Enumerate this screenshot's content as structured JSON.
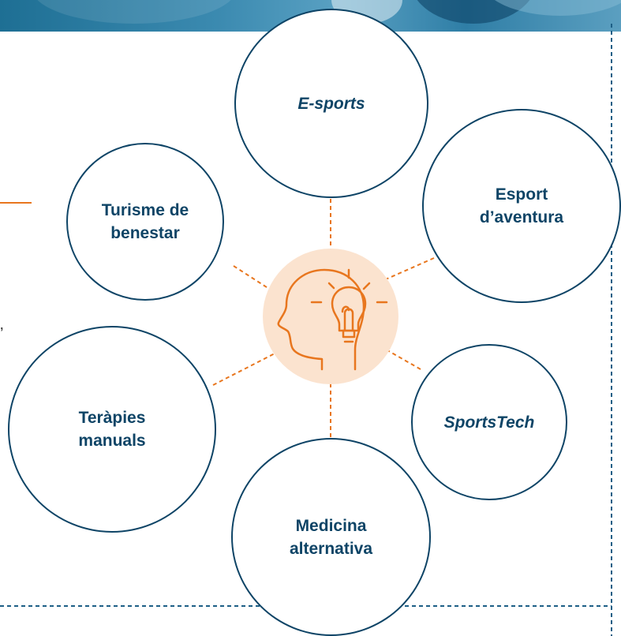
{
  "diagram": {
    "colors": {
      "node_border": "#0e4466",
      "node_text": "#0e4466",
      "connector": "#e8761e",
      "center_fill": "#fbe3cf",
      "frame_dash": "#1d5f86"
    },
    "center_icon": "head-with-lightbulb-icon",
    "edge_fragment": "’",
    "nodes": [
      {
        "id": "esports",
        "label": "E-sports",
        "italic": true
      },
      {
        "id": "esport-aventura",
        "label": "Esport\nd’aventura",
        "italic": false
      },
      {
        "id": "turisme",
        "label": "Turisme de\nbenestar",
        "italic": false
      },
      {
        "id": "terapies",
        "label": "Teràpies\nmanuals",
        "italic": false
      },
      {
        "id": "sportstech",
        "label": "SportsTech",
        "italic": true
      },
      {
        "id": "medicina",
        "label": "Medicina\nalternativa",
        "italic": false
      }
    ]
  }
}
